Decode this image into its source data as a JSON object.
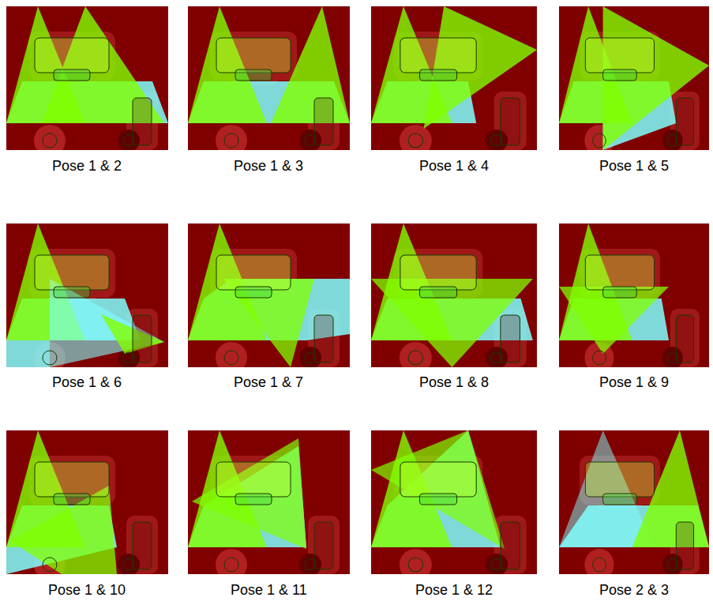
{
  "diagram": {
    "labels": [
      "Pose 1 & 2",
      "Pose 1 & 3",
      "Pose 1 & 4",
      "Pose 1 & 5",
      "Pose 1 & 6",
      "Pose 1 & 7",
      "Pose 1 & 8",
      "Pose 1 & 9",
      "Pose 1 & 10",
      "Pose 1 & 11",
      "Pose 1 & 12",
      "Pose 2 & 3"
    ]
  }
}
